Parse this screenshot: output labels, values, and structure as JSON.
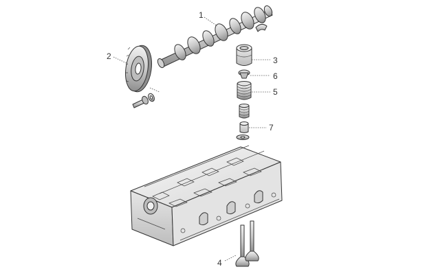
{
  "callouts": [
    {
      "id": "1",
      "text": "1"
    },
    {
      "id": "2",
      "text": "2"
    },
    {
      "id": "3",
      "text": "3"
    },
    {
      "id": "4",
      "text": "4"
    },
    {
      "id": "5",
      "text": "5"
    },
    {
      "id": "6",
      "text": "6"
    },
    {
      "id": "7",
      "text": "7"
    }
  ],
  "colors": {
    "line": "#333333",
    "fill_light": "#f4f4f4",
    "fill_mid": "#d9d9d9",
    "fill_dark": "#9a9a9a"
  }
}
